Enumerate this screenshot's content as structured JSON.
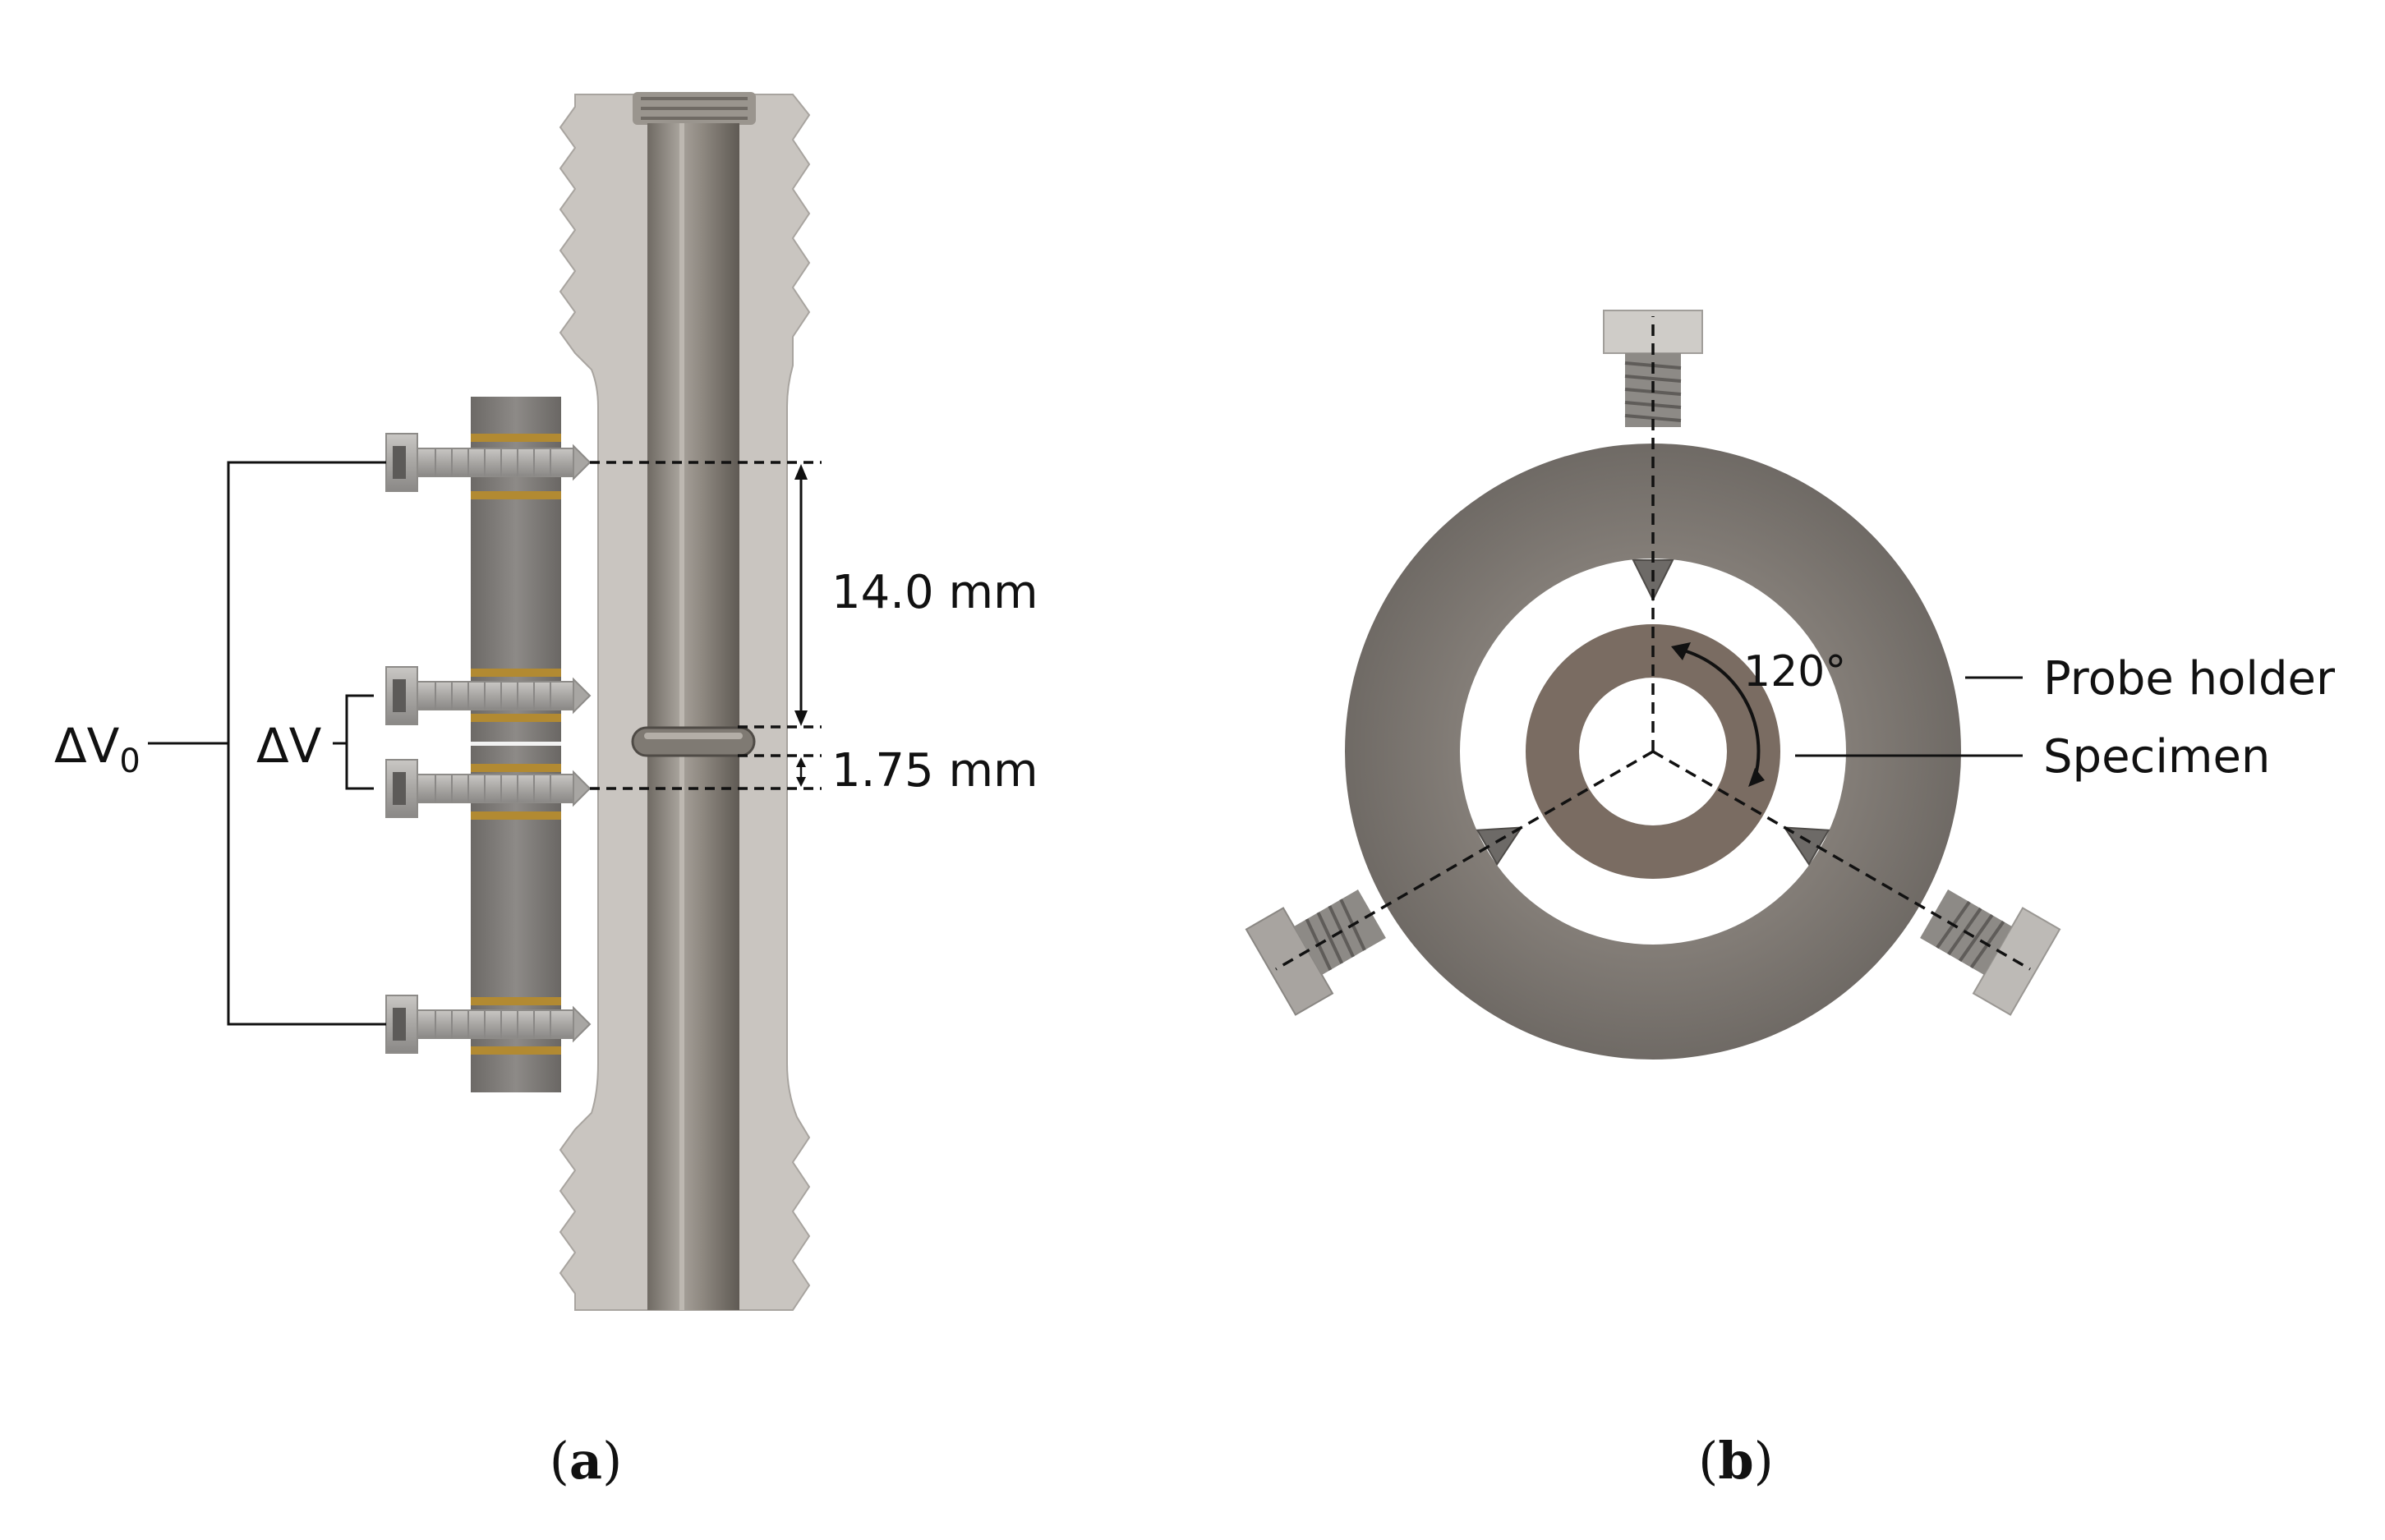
{
  "panel_a": {
    "label_dv0_base": "ΔV",
    "label_dv0_sub": "0",
    "label_dv": "ΔV",
    "dim_14": "14.0 mm",
    "dim_175": "1.75 mm",
    "caption_letter": "a"
  },
  "panel_b": {
    "angle_label": "120°",
    "probe_holder_label": "Probe holder",
    "specimen_label": "Specimen",
    "caption_letter": "b"
  },
  "colors": {
    "outer_thread": "#c8c4bf",
    "bore": "#8c877f",
    "probe_body": "#7d7a77",
    "brass_band": "#b28a32",
    "holder_ring": "#7b7671",
    "specimen_ring": "#7a6c62"
  }
}
